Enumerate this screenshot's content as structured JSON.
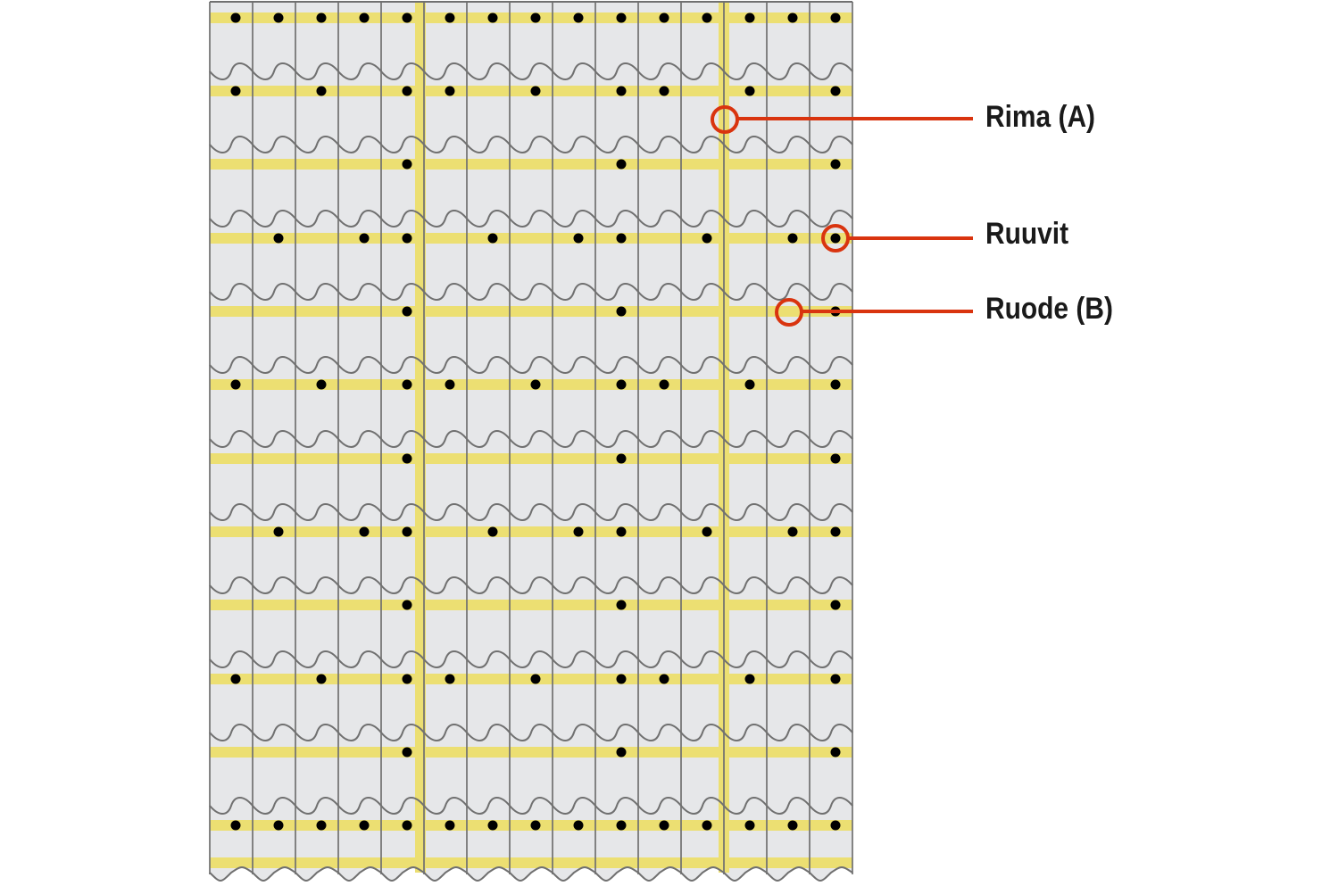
{
  "title": "Roof tile batten and screw layout",
  "callouts": [
    {
      "id": "batten",
      "label": "Rima (A)"
    },
    {
      "id": "screws",
      "label": "Ruuvit"
    },
    {
      "id": "counter-batten",
      "label": "Ruode (B)"
    }
  ],
  "colors": {
    "sheet": "#e6e7e9",
    "outline": "#707070",
    "batten": "#ecdf72",
    "screw": "#000000",
    "callout": "#d9340f",
    "text": "#1a1a1a"
  }
}
